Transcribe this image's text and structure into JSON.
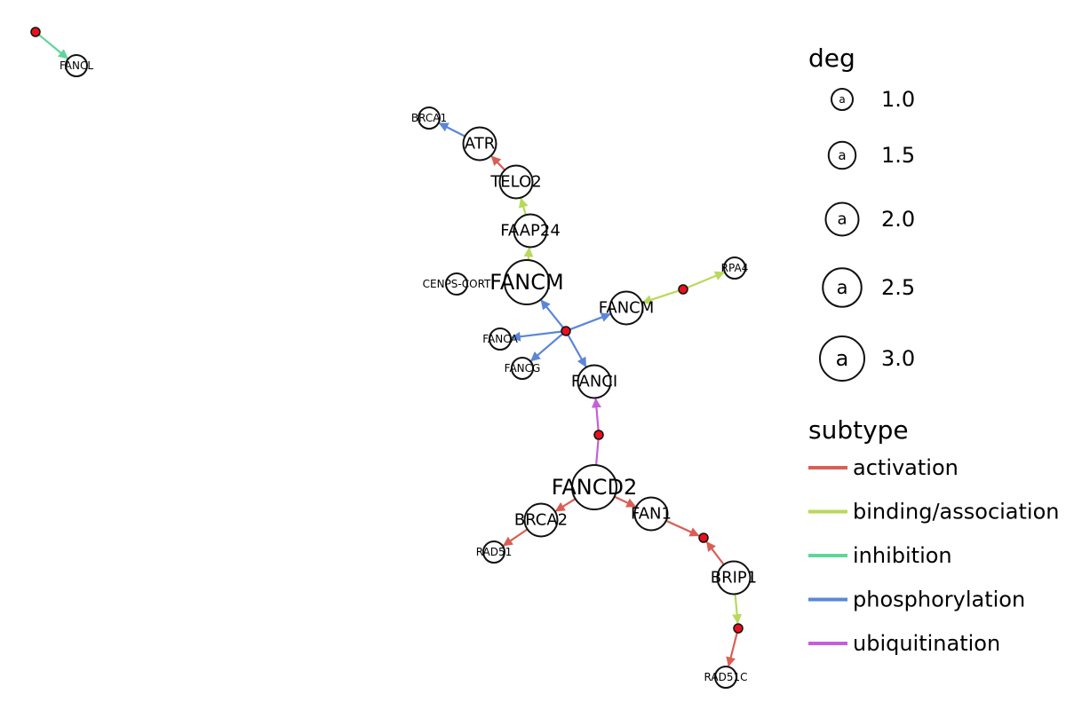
{
  "nodes": [
    {
      "id": "FANCL",
      "label": "FANCL",
      "deg": 1.0
    },
    {
      "id": "BRCA1",
      "label": "BRCA1",
      "deg": 1.0
    },
    {
      "id": "ATR",
      "label": "ATR",
      "deg": 2.0
    },
    {
      "id": "TELO2",
      "label": "TELO2",
      "deg": 2.0
    },
    {
      "id": "FAAP24",
      "label": "FAAP24",
      "deg": 2.0
    },
    {
      "id": "CENPS",
      "label": "CENPS-CORT",
      "deg": 1.0
    },
    {
      "id": "FANCM1",
      "label": "FANCM",
      "deg": 3.0
    },
    {
      "id": "FANCM2",
      "label": "FANCM",
      "deg": 2.0
    },
    {
      "id": "RPA4",
      "label": "RPA4",
      "deg": 1.0
    },
    {
      "id": "FANCA",
      "label": "FANCA",
      "deg": 1.0
    },
    {
      "id": "FANCG",
      "label": "FANCG",
      "deg": 1.0
    },
    {
      "id": "FANCI",
      "label": "FANCI",
      "deg": 2.0
    },
    {
      "id": "FANCD2",
      "label": "FANCD2",
      "deg": 3.0
    },
    {
      "id": "BRCA2",
      "label": "BRCA2",
      "deg": 2.0
    },
    {
      "id": "FAN1",
      "label": "FAN1",
      "deg": 2.0
    },
    {
      "id": "RAD51",
      "label": "RAD51",
      "deg": 1.0
    },
    {
      "id": "BRIP1",
      "label": "BRIP1",
      "deg": 2.0
    },
    {
      "id": "RAD51C",
      "label": "RAD51C",
      "deg": 1.0
    }
  ],
  "junctions": [
    "J_FANCL",
    "J_CENTER",
    "J_RPA4",
    "J_FANCI",
    "J_FAN1",
    "J_BRIP1"
  ],
  "edges": [
    {
      "from": "J_FANCL",
      "to": "FANCL",
      "subtype": "inhibition",
      "arrow": true
    },
    {
      "from": "ATR",
      "to": "BRCA1",
      "subtype": "phosphorylation",
      "arrow": true
    },
    {
      "from": "TELO2",
      "to": "ATR",
      "subtype": "activation",
      "arrow": true
    },
    {
      "from": "FAAP24",
      "to": "TELO2",
      "subtype": "binding/association",
      "arrow": true
    },
    {
      "from": "FANCM1",
      "to": "FAAP24",
      "subtype": "binding/association",
      "arrow": true
    },
    {
      "from": "J_CENTER",
      "to": "FANCM1",
      "subtype": "phosphorylation",
      "arrow": true
    },
    {
      "from": "J_CENTER",
      "to": "FANCM2",
      "subtype": "phosphorylation",
      "arrow": true
    },
    {
      "from": "J_CENTER",
      "to": "FANCA",
      "subtype": "phosphorylation",
      "arrow": true
    },
    {
      "from": "J_CENTER",
      "to": "FANCG",
      "subtype": "phosphorylation",
      "arrow": true
    },
    {
      "from": "J_CENTER",
      "to": "FANCI",
      "subtype": "phosphorylation",
      "arrow": true
    },
    {
      "from": "J_RPA4",
      "to": "RPA4",
      "subtype": "binding/association",
      "arrow": true
    },
    {
      "from": "J_RPA4",
      "to": "FANCM2",
      "subtype": "binding/association",
      "arrow": true
    },
    {
      "from": "J_FANCI",
      "to": "FANCI",
      "subtype": "ubiquitination",
      "arrow": true
    },
    {
      "from": "FANCD2",
      "to": "J_FANCI",
      "subtype": "ubiquitination",
      "arrow": false
    },
    {
      "from": "FANCD2",
      "to": "BRCA2",
      "subtype": "activation",
      "arrow": true
    },
    {
      "from": "FANCD2",
      "to": "FAN1",
      "subtype": "activation",
      "arrow": true
    },
    {
      "from": "BRCA2",
      "to": "RAD51",
      "subtype": "activation",
      "arrow": true
    },
    {
      "from": "FAN1",
      "to": "J_FAN1",
      "subtype": "activation",
      "arrow": true
    },
    {
      "from": "BRIP1",
      "to": "J_FAN1",
      "subtype": "activation",
      "arrow": true
    },
    {
      "from": "BRIP1",
      "to": "J_BRIP1",
      "subtype": "binding/association",
      "arrow": true
    },
    {
      "from": "J_BRIP1",
      "to": "RAD51C",
      "subtype": "activation",
      "arrow": true
    }
  ],
  "legend": {
    "deg_title": "deg",
    "deg_items": [
      {
        "value": "1.0",
        "symbol": "a"
      },
      {
        "value": "1.5",
        "symbol": "a"
      },
      {
        "value": "2.0",
        "symbol": "a"
      },
      {
        "value": "2.5",
        "symbol": "a"
      },
      {
        "value": "3.0",
        "symbol": "a"
      }
    ],
    "subtype_title": "subtype",
    "subtype_items": [
      {
        "label": "activation",
        "color": "#d95f55"
      },
      {
        "label": "binding/association",
        "color": "#b8d95b"
      },
      {
        "label": "inhibition",
        "color": "#5fd699"
      },
      {
        "label": "phosphorylation",
        "color": "#5b86d9"
      },
      {
        "label": "ubiquitination",
        "color": "#c55fd9"
      }
    ]
  }
}
